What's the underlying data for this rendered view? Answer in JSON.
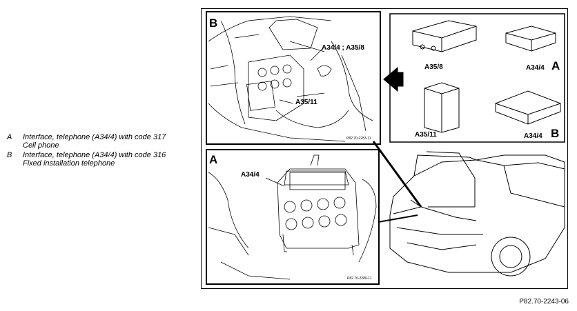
{
  "legend": [
    {
      "letter": "A",
      "lines": [
        "Interface, telephone (A34/4) with code 317",
        "Cell phone"
      ]
    },
    {
      "letter": "B",
      "lines": [
        "Interface, telephone (A34/4) with code 316",
        "Fixed installation telephone"
      ]
    }
  ],
  "panel_b": {
    "corner_letter": "B",
    "label_top": "A34/4 ; A35/8",
    "label_mid": "A35/11",
    "code": "P82.70-2283-11"
  },
  "panel_a": {
    "corner_letter": "A",
    "label": "A34/4",
    "code": "P82.70-2280-11"
  },
  "parts_panel": {
    "a35_8": "A35/8",
    "a34_4_a": "A34/4",
    "letter_a": "A",
    "a35_11": "A35/11",
    "a34_4_b": "A34/4",
    "letter_b": "B"
  },
  "figure_code": "P82.70-2243-06"
}
